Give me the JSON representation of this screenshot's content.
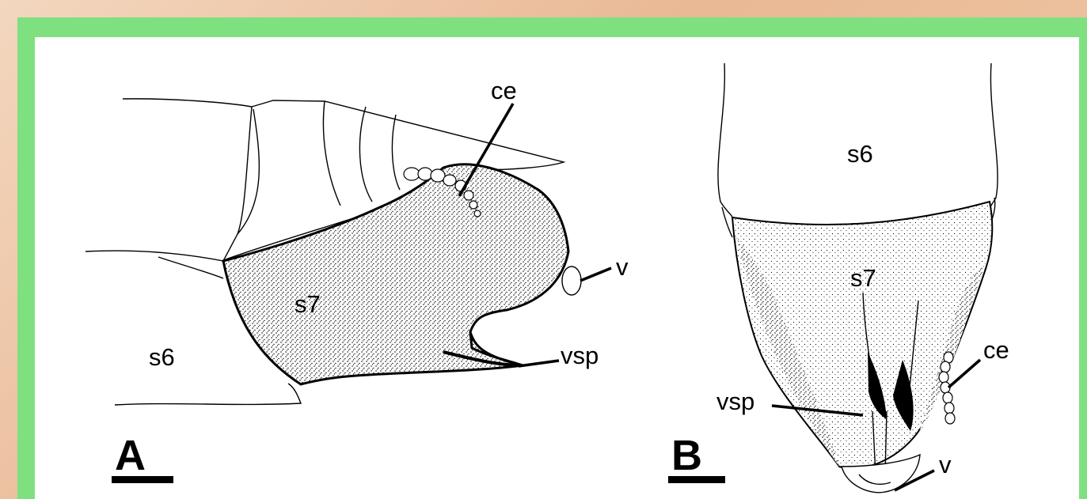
{
  "panels": {
    "a": {
      "letter": "A",
      "labels": {
        "ce": "ce",
        "s7": "s7",
        "s6": "s6",
        "v": "v",
        "vsp": "vsp"
      }
    },
    "b": {
      "letter": "B",
      "labels": {
        "s6": "s6",
        "s7": "s7",
        "ce": "ce",
        "vsp": "vsp",
        "v": "v"
      }
    }
  },
  "colors": {
    "frame": "#7fe07f",
    "background": "#e9b894",
    "panel": "#ffffff",
    "ink": "#000000"
  }
}
